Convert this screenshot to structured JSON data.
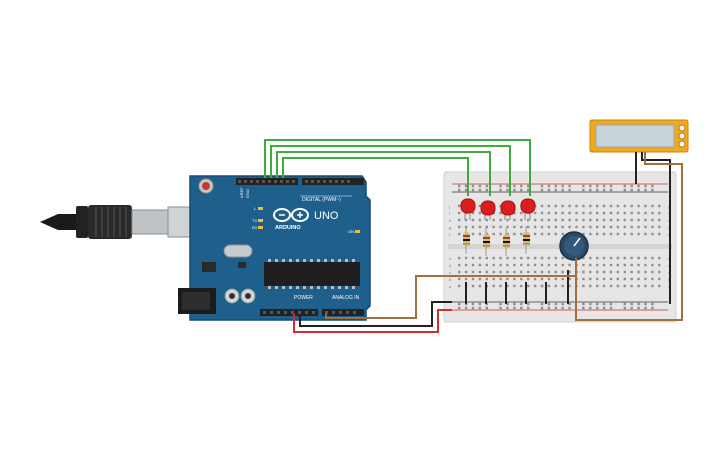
{
  "arduino": {
    "brand": "ARDUINO",
    "model": "UNO",
    "digital_label": "DIGITAL (PWM~)",
    "power_label": "POWER",
    "analog_label": "ANALOG IN",
    "tx_label": "TX",
    "rx_label": "RX",
    "l_label": "L",
    "on_label": "ON",
    "aref_label": "AREF",
    "gnd_label": "GND"
  },
  "breadboard": {
    "row_letters_top": [
      "j",
      "i",
      "h",
      "g",
      "f"
    ],
    "row_letters_bottom": [
      "e",
      "d",
      "c",
      "b",
      "a"
    ]
  },
  "colors": {
    "board_blue": "#1f5f8b",
    "wire_green": "#3dac3d",
    "wire_red": "#d42b2b",
    "wire_black": "#222222",
    "wire_brown": "#a0713f",
    "led_red": "#d81e1e",
    "lcd_frame": "#f0a81e",
    "lcd_screen": "#c8d3d9"
  }
}
